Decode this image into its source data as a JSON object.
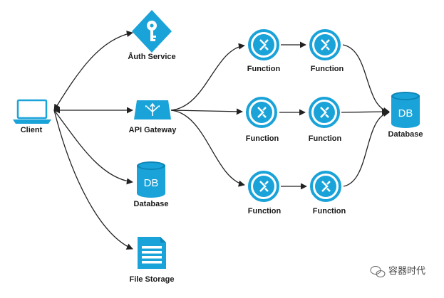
{
  "nodes": {
    "client": {
      "label": "Client"
    },
    "auth": {
      "label": "Åuth Service"
    },
    "gateway": {
      "label": "API Gateway"
    },
    "database_left": {
      "label": "Database",
      "icon_text": "DB"
    },
    "file_storage": {
      "label": "File Storage"
    },
    "fn_r1c1": {
      "label": "Function"
    },
    "fn_r1c2": {
      "label": "Function"
    },
    "fn_r2c1": {
      "label": "Function"
    },
    "fn_r2c2": {
      "label": "Function"
    },
    "fn_r3c1": {
      "label": "Function"
    },
    "fn_r3c2": {
      "label": "Function"
    },
    "database_right": {
      "label": "Database",
      "icon_text": "DB"
    }
  },
  "watermark": {
    "text": "容器时代"
  },
  "colors": {
    "accent": "#1aa3d9",
    "accent_dark": "#0d86b8",
    "edge": "#222222"
  }
}
